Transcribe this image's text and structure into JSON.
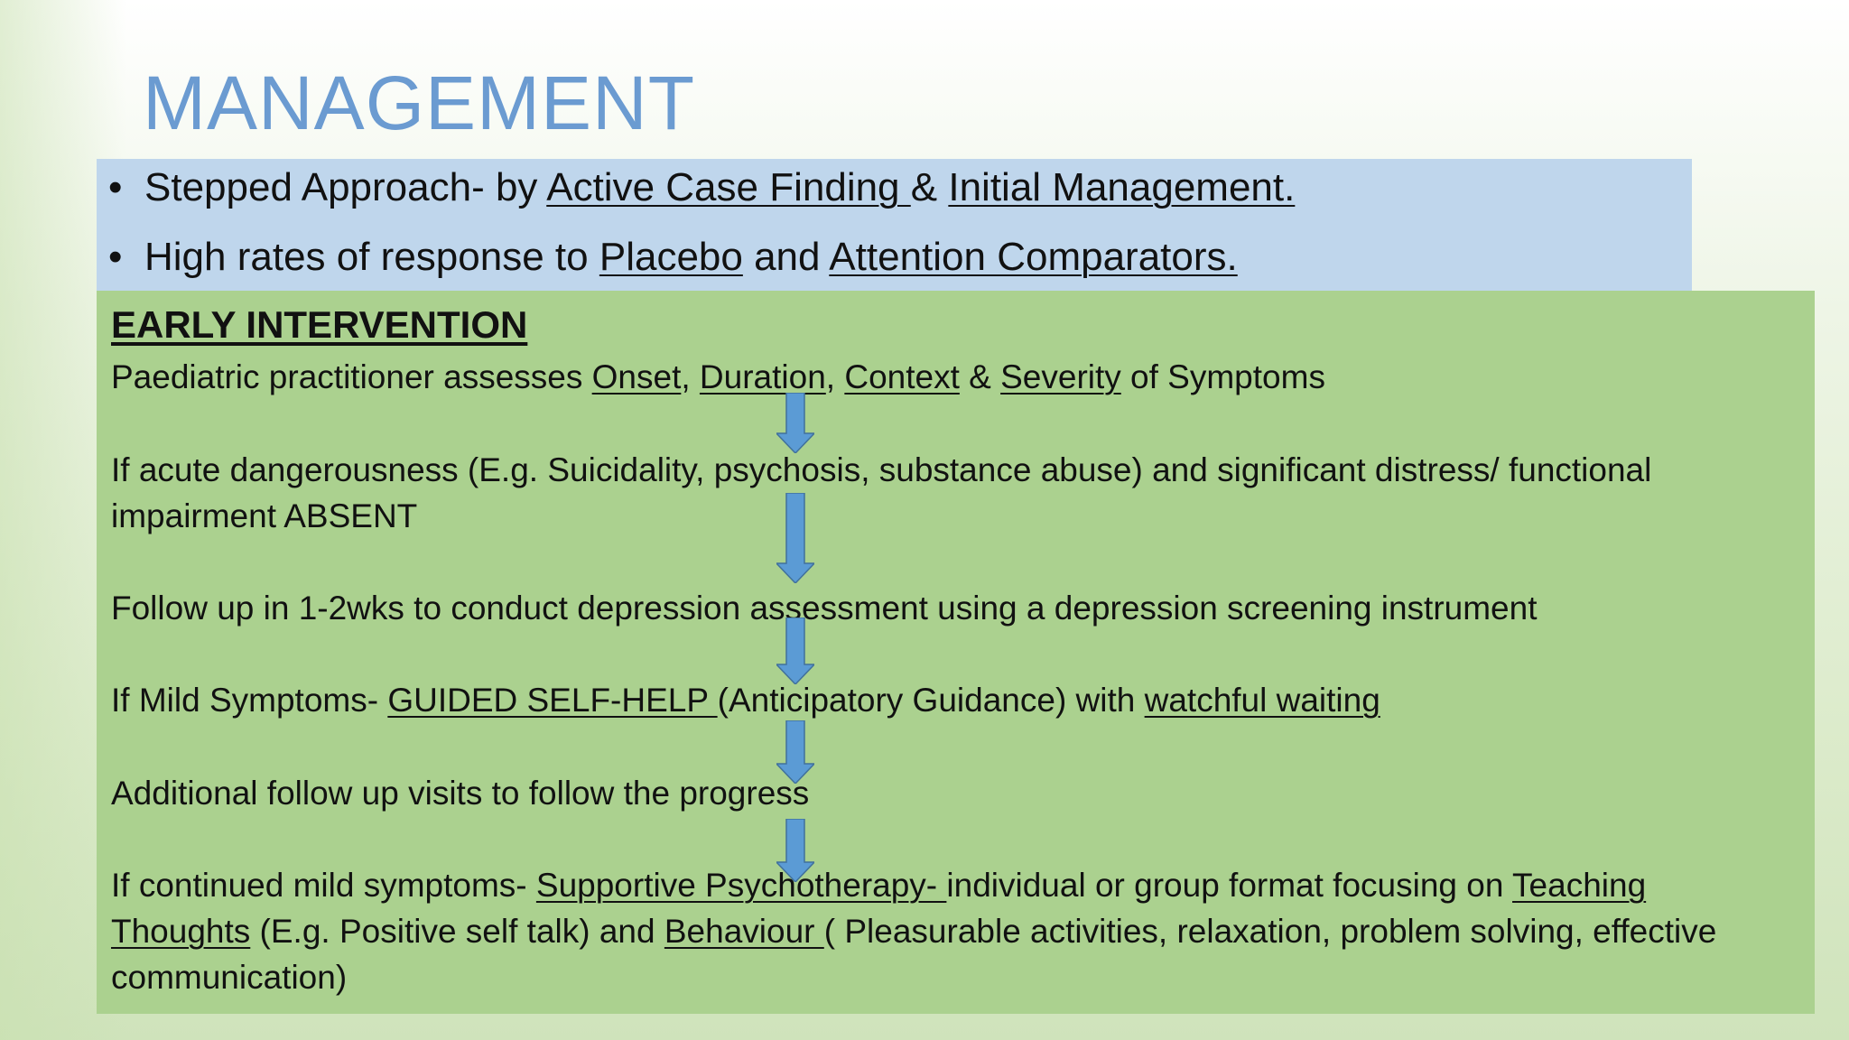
{
  "title": "MANAGEMENT",
  "bullets": {
    "b1": {
      "p1": "Stepped Approach- by ",
      "u1": "Active Case Finding ",
      "p2": "& ",
      "u2": "Initial Management."
    },
    "b2": {
      "p1": "High rates of response to ",
      "u1": "Placebo",
      "p2": " and ",
      "u2": "Attention Comparators."
    }
  },
  "early": {
    "heading": "EARLY INTERVENTION",
    "l1": {
      "p1": "Paediatric practitioner assesses ",
      "u1": "Onset",
      "p2": ", ",
      "u2": "Duration",
      "p3": ", ",
      "u3": "Context",
      "p4": " & ",
      "u4": "Severity",
      "p5": " of Symptoms"
    },
    "l2a": "If acute dangerousness (E.g. Suicidality, psychosis, substance abuse) and significant distress/ functional",
    "l2b": "impairment ABSENT",
    "l3": "Follow up in 1-2wks to conduct depression assessment using a depression screening instrument",
    "l4": {
      "p1": "If Mild Symptoms- ",
      "u1": "GUIDED SELF-HELP ",
      "p2": "(Anticipatory Guidance) with ",
      "u2": "watchful waiting"
    },
    "l5": "Additional follow up visits to follow the progress",
    "l6a": {
      "p1": "If continued mild symptoms- ",
      "u1": "Supportive Psychotherapy- ",
      "p2": "individual or group format focusing on ",
      "u2": "Teaching"
    },
    "l6b": {
      "u1": "Thoughts",
      "p1": " (E.g. Positive self talk) and ",
      "u2": "Behaviour ",
      "p2": "( Pleasurable activities, relaxation, problem solving, effective"
    },
    "l6c": "communication)"
  },
  "colors": {
    "title": "#6b9bd1",
    "blue_box": "#bfd6ec",
    "green_box": "#abd18f",
    "arrow": "#5b9bd5"
  },
  "icons": {
    "flow_arrow": "down-arrow-icon"
  }
}
